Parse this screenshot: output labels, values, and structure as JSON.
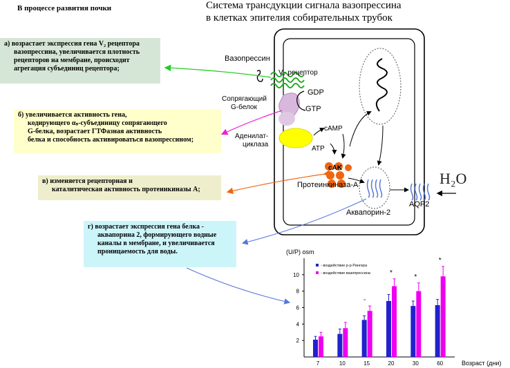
{
  "header": {
    "left_title": "В процессе развития почки",
    "main_title_line1": "Система трансдукции сигнала вазопрессина",
    "main_title_line2": "в клетках эпителия собирательных трубок"
  },
  "boxes": {
    "a": [
      "а) возрастает экспрессия гена V₂ рецептора",
      "вазопрессина, увеличивается плотность",
      "рецепторов на мембране, происходит",
      "агрегация субъединиц рецептора;"
    ],
    "b": [
      "б) увеличивается активность гена,",
      "кодирующего αₛ-субъединицу сопрягающего",
      "G-белка, возрастает ГТФазная активность",
      "белка и способность активироваться вазопрессином;"
    ],
    "c": [
      "в) изменяется рецепторная и",
      "каталитическая активность протеинкиназы А;"
    ],
    "d": [
      "г) возрастает экспрессия гена белка -",
      "аквапорина 2, формирующего водные",
      "каналы в мембране, и увеличивается",
      "проницаемость для воды."
    ]
  },
  "cell_labels": {
    "vasopressin": "Вазопрессин",
    "v2_receptor": "V₂ рецептор",
    "coupling_g_protein": [
      "Сопрягающий",
      "G-белок"
    ],
    "gdp": "GDP",
    "gtp": "GTP",
    "adenylate_cyclase": [
      "Аденилат-",
      "циклаза"
    ],
    "camp": "cAMP",
    "atp": "ATP",
    "cak": "cAK",
    "protein_kinase_a": "Протеинкиназа-А",
    "aquaporin2": "Аквапорин-2",
    "aqp2": "AQP2",
    "water": "H₂O"
  },
  "colors": {
    "green": "#22cc22",
    "magenta": "#ee22cc",
    "orange": "#ee6611",
    "blue": "#5577dd",
    "box_a_bg": "#d6e6d6",
    "box_b_bg": "#ffffcc",
    "box_c_bg": "#eeeecc",
    "box_d_bg": "#ccf5fa",
    "bar_blue": "#2222cc",
    "bar_magenta": "#ee00ee"
  },
  "chart_data": {
    "type": "bar",
    "ylabel": "(U/P) osm",
    "xlabel": "Возраст (дни)",
    "ylim": [
      0,
      12
    ],
    "yticks": [
      2,
      4,
      6,
      8,
      10
    ],
    "categories": [
      "7",
      "10",
      "15",
      "20",
      "30",
      "60"
    ],
    "series": [
      {
        "name": "- воздействие p-p Рингера",
        "color": "#2222cc",
        "values": [
          2.1,
          2.8,
          4.5,
          6.8,
          6.2,
          6.3
        ],
        "errors": [
          0.4,
          0.6,
          0.5,
          0.8,
          0.6,
          0.7
        ]
      },
      {
        "name": "- воздействие вазопрессина",
        "color": "#ee00ee",
        "values": [
          2.5,
          3.5,
          5.6,
          8.6,
          8.0,
          9.8
        ],
        "errors": [
          0.5,
          0.7,
          0.6,
          0.9,
          1.0,
          1.2
        ]
      }
    ],
    "annotations": [
      "",
      "",
      "-",
      "*",
      "*",
      "*"
    ]
  }
}
